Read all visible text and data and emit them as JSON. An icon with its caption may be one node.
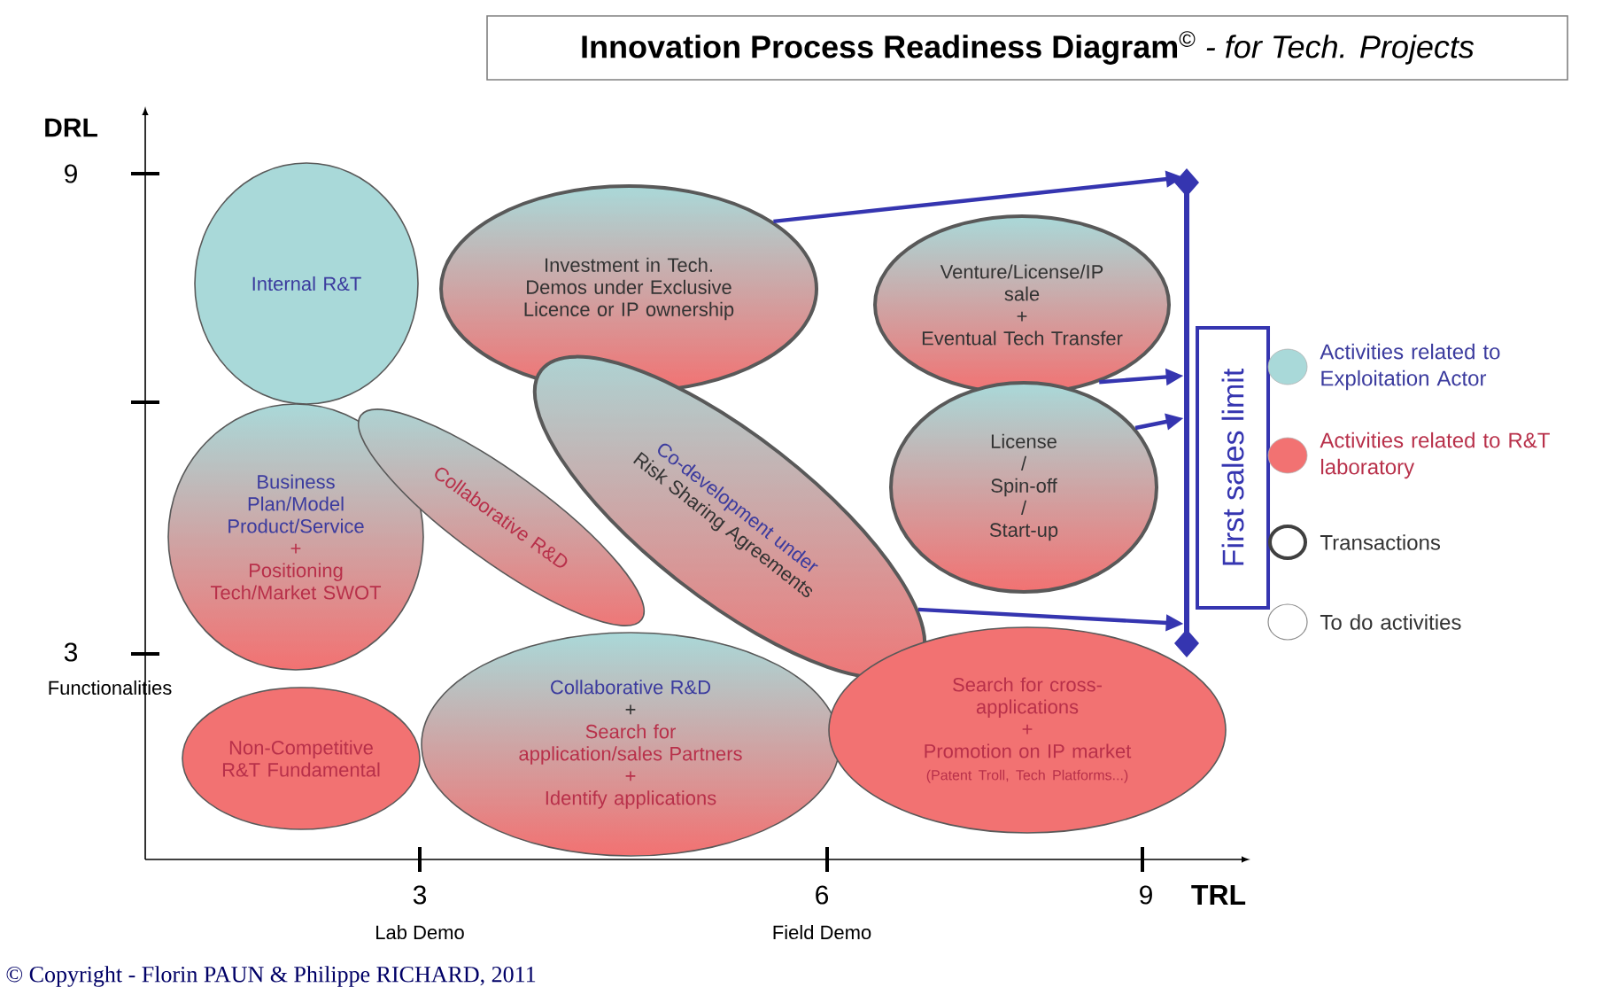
{
  "diagram": {
    "title": "**Innovation Process Readiness Diagram**$^{©}$ *- for Tech. Projects*",
    "nodes": [
      {
        "text": [
          "Internal R&T"
        ]
      },
      {
        "text": [
          "Investment in Tech. Demos under Exclusive Licence or IP ownership"
        ]
      },
      {
        "text": [
          "Venture/License/IP sale",
          "+",
          "Eventual Tech Transfer"
        ]
      },
      {
        "text": [
          "Business Plan/Model Product/Service",
          "+",
          "Positioning Tech/Market SWOT"
        ]
      },
      {
        "text": [
          "Collaborative R&D"
        ]
      },
      {
        "text": [
          "Co-development under",
          "Risk Sharing Agreements"
        ]
      },
      {
        "text": [
          "License",
          "/",
          "Spin-off",
          "/",
          "Start-up"
        ]
      },
      {
        "text": [
          "Non-Competitive R&T Fundamental"
        ]
      },
      {
        "text": [
          "Collaborative R&D",
          "+",
          "Search for application/sales Partners",
          "+",
          "Identify applications"
        ]
      },
      {
        "text": [
          "Search for cross-applications",
          "+",
          "Promotion on IP market",
          "(Patent Troll, Tech Platforms...)"
        ]
      },
      {
        "text": [
          "First sales limit"
        ]
      },
      {
        "text": [],
        "shape": "bar"
      }
    ],
    "edges": [
      {
        "from": 1,
        "to": 11,
        "arrow": "to"
      },
      {
        "from": 2,
        "to": 11,
        "arrow": "to"
      },
      {
        "from": 6,
        "to": 11,
        "arrow": "to"
      },
      {
        "from": 5,
        "to": 11,
        "arrow": "to"
      }
    ],
    "labels": [
      "DRL",
      "9",
      "3",
      "Functionalities",
      "3",
      "Lab Demo",
      "6",
      "Field Demo",
      "9",
      "TRL",
      "© Copyright - Florin PAUN & Philippe RICHARD, 2011"
    ],
    "legend": [
      {
        "text": "Activities related to Exploitation Actor",
        "color": "#a9d9d9"
      },
      {
        "text": "Activities related to R&T laboratory",
        "color": "#f27272"
      },
      {
        "text": "Transactions"
      },
      {
        "text": "To do activities"
      }
    ]
  }
}
